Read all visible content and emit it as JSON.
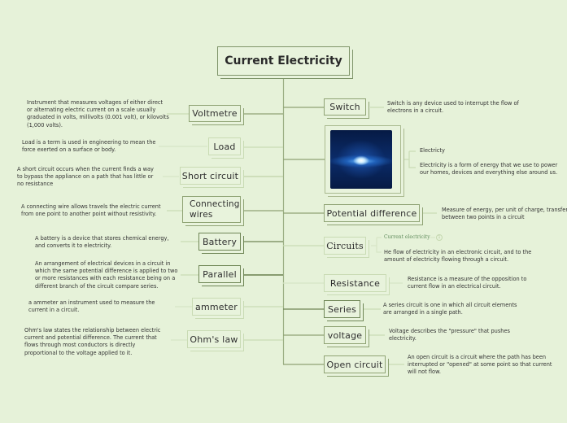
{
  "root": {
    "title": "Current Electricity"
  },
  "left_branches": [
    {
      "label": "Voltmetre",
      "note": "Instrument that measures voltages of either direct or alternating electric current on a scale usually graduated in volts, millivolts (0.001 volt), or kilovolts (1,000 volts)."
    },
    {
      "label": "Load",
      "note": "Load is a term is used in engineering to mean the force exerted on a surface or body."
    },
    {
      "label": "Short circuit",
      "note": "A short circuit occurs when the current finds a way to bypass the appliance on a path that has little or no resistance"
    },
    {
      "label": "Connecting wires",
      "note": "A connecting wire allows travels the electric current from one point to another point without resistivity."
    },
    {
      "label": "Battery",
      "note": "A battery is a device that stores chemical energy, and converts it to electricity."
    },
    {
      "label": "Parallel",
      "note": "An arrangement of electrical devices in a circuit in which the same potential difference is applied to two or more resistances with each resistance being on a different branch of the circuit compare series."
    },
    {
      "label": "ammeter",
      "note": "a ammeter an instrument used to measure the current in a circuit."
    },
    {
      "label": "Ohm's law",
      "note": "Ohm's law states the relationship between electric current and potential difference. The current that flows through most conductors is directly proportional to the voltage applied to it."
    }
  ],
  "right_branches": [
    {
      "label": "Switch",
      "note": "Switch is any device used to interrupt the flow of electrons in a circuit."
    },
    {
      "label": "image",
      "image": "electricity-lightning-image",
      "subtopics": [
        "Electricty",
        "Electricity is a form of energy that we use to power our homes, devices and everything else around us."
      ]
    },
    {
      "label": "Potential difference",
      "note": "Measure of energy, per unit of charge, transferred between two points in a circuit"
    },
    {
      "label": "Circuits",
      "subtopics": [
        "Current electricity",
        "He flow of electricity in an electronic circuit, and to the amount of electricity flowing through a circuit."
      ],
      "collapsed_count": "1"
    },
    {
      "label": "Resistance",
      "note": "Resistance is a measure of the opposition to current flow in an electrical circuit."
    },
    {
      "label": "Series",
      "note": "A series circuit is one in which all circuit elements are arranged in a single path."
    },
    {
      "label": "voltage",
      "note": "Voltage describes the \"pressure\" that pushes electricity."
    },
    {
      "label": "Open circuit",
      "note": "An open circuit is a circuit where the path has been interrupted or \"opened\" at some point so that current will not flow."
    }
  ],
  "colors": {
    "background": "#e6f2d9",
    "node_fill": "#e8f3dc",
    "border_dark": "#6f8656",
    "border_mid": "#8fa374",
    "border_light": "#c9dbb4",
    "connector": "#9db086",
    "subtopic_green": "#5e8a5a"
  }
}
